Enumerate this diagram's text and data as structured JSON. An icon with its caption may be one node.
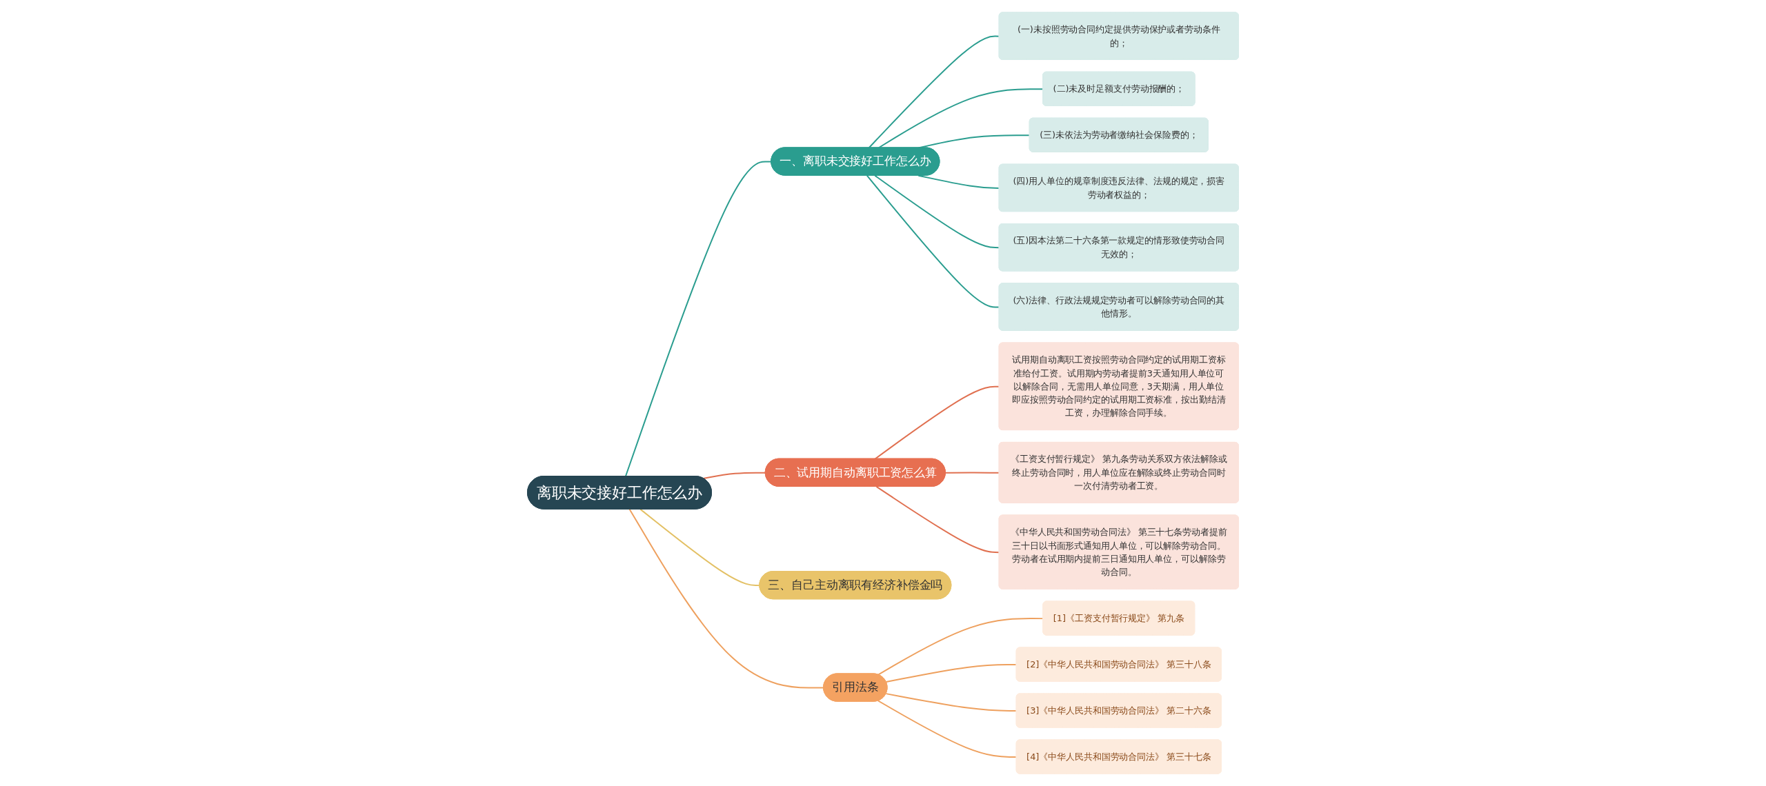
{
  "diagram": {
    "nodes": [
      {
        "text": [
          "离职未交接好工作怎么办"
        ]
      },
      {
        "text": [
          "一、离职未交接好工作怎么办"
        ]
      },
      {
        "text": [
          "(一)未按照劳动合同约定提供劳动保护或者劳动条件的；"
        ]
      },
      {
        "text": [
          "(二)未及时足额支付劳动报酬的；"
        ]
      },
      {
        "text": [
          "(三)未依法为劳动者缴纳社会保险费的；"
        ]
      },
      {
        "text": [
          "(四)用人单位的规章制度违反法律、法规的规定，损害劳动者权益的；"
        ]
      },
      {
        "text": [
          "(五)因本法第二十六条第一款规定的情形致使劳动合同无效的；"
        ]
      },
      {
        "text": [
          "(六)法律、行政法规规定劳动者可以解除劳动合同的其他情形。"
        ]
      },
      {
        "text": [
          "二、试用期自动离职工资怎么算"
        ]
      },
      {
        "text": [
          "试用期自动离职工资按照劳动合同约定的试用期工资标准给付工资。试用期内劳动者提前3天通知用人单位可以解除合同，无需用人单位同意，3天期满，用人单位即应按照劳动合同约定的试用期工资标准，按出勤结清工资，办理解除合同手续。"
        ]
      },
      {
        "text": [
          "《工资支付暂行规定》 第九条劳动关系双方依法解除或终止劳动合同时，用人单位应在解除或终止劳动合同时一次付清劳动者工资。"
        ]
      },
      {
        "text": [
          "《中华人民共和国劳动合同法》 第三十七条劳动者提前三十日以书面形式通知用人单位，可以解除劳动合同。劳动者在试用期内提前三日通知用人单位，可以解除劳动合同。"
        ]
      },
      {
        "text": [
          "三、自己主动离职有经济补偿金吗"
        ]
      },
      {
        "text": [
          "引用法条"
        ]
      },
      {
        "text": [
          "[1]《工资支付暂行规定》 第九条"
        ]
      },
      {
        "text": [
          "[2]《中华人民共和国劳动合同法》 第三十八条"
        ]
      },
      {
        "text": [
          "[3]《中华人民共和国劳动合同法》 第二十六条"
        ]
      },
      {
        "text": [
          "[4]《中华人民共和国劳动合同法》 第三十七条"
        ]
      }
    ],
    "edges": [
      {
        "from": 0,
        "to": 1,
        "arrow": "none"
      },
      {
        "from": 1,
        "to": 2,
        "arrow": "none"
      },
      {
        "from": 1,
        "to": 3,
        "arrow": "none"
      },
      {
        "from": 1,
        "to": 4,
        "arrow": "none"
      },
      {
        "from": 1,
        "to": 5,
        "arrow": "none"
      },
      {
        "from": 1,
        "to": 6,
        "arrow": "none"
      },
      {
        "from": 1,
        "to": 7,
        "arrow": "none"
      },
      {
        "from": 0,
        "to": 8,
        "arrow": "none",
        "color": "#e07050"
      },
      {
        "from": 8,
        "to": 9,
        "arrow": "none",
        "color": "#e07050"
      },
      {
        "from": 8,
        "to": 10,
        "arrow": "none",
        "color": "#e07050"
      },
      {
        "from": 8,
        "to": 11,
        "arrow": "none",
        "color": "#e07050"
      },
      {
        "from": 0,
        "to": 12,
        "arrow": "none",
        "color": "#e3c064"
      },
      {
        "from": 0,
        "to": 13,
        "arrow": "none",
        "color": "#eea05e"
      },
      {
        "from": 13,
        "to": 14,
        "arrow": "none",
        "color": "#eea05e"
      },
      {
        "from": 13,
        "to": 15,
        "arrow": "none",
        "color": "#eea05e"
      },
      {
        "from": 13,
        "to": 16,
        "arrow": "none",
        "color": "#eea05e"
      },
      {
        "from": 13,
        "to": 17,
        "arrow": "none",
        "color": "#eea05e"
      }
    ]
  }
}
